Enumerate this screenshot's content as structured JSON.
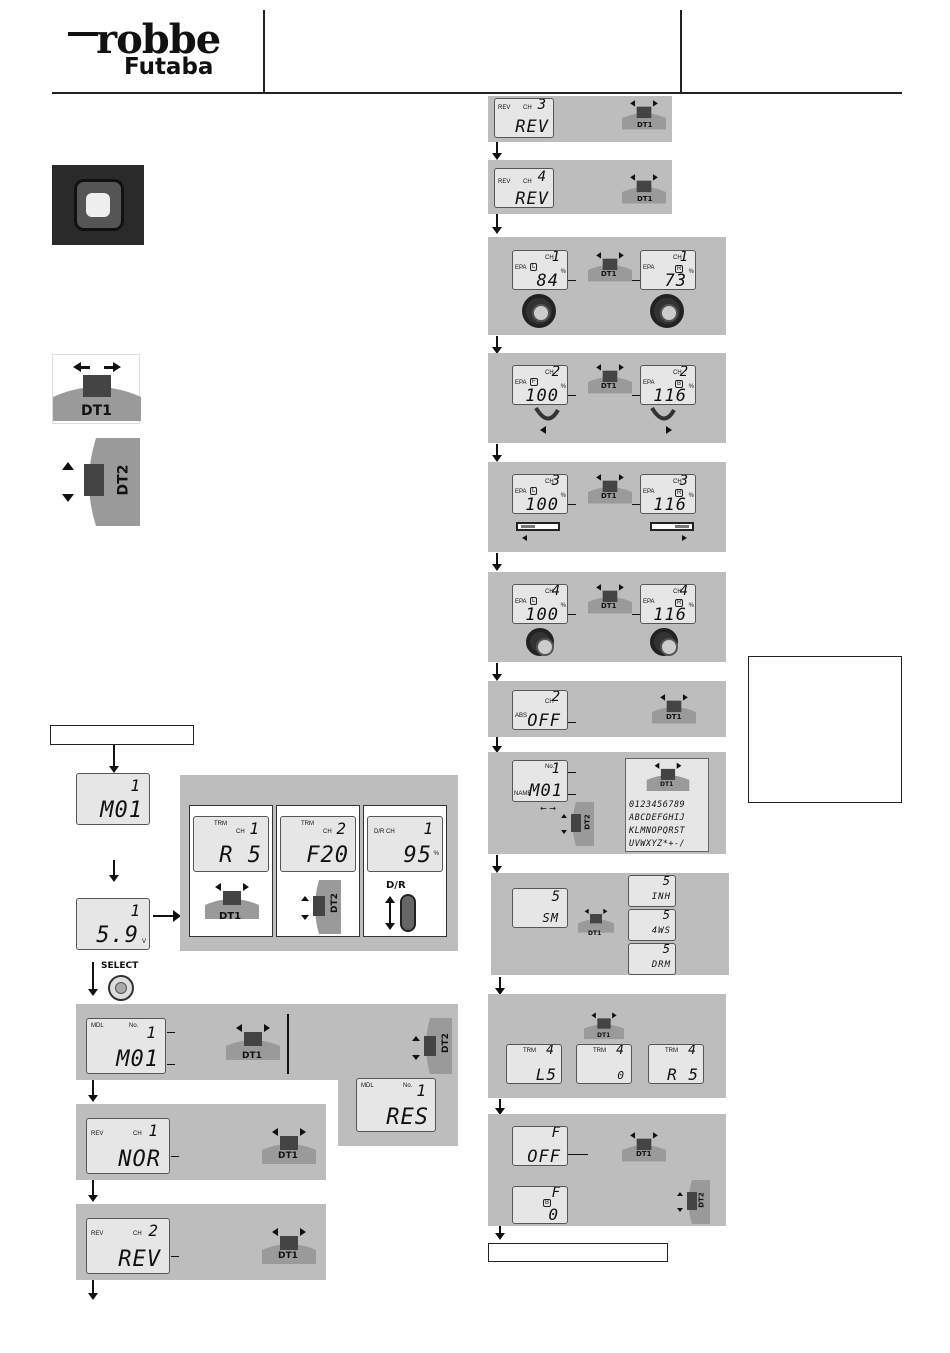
{
  "header": {
    "brand_top": "robbe",
    "brand_bottom": "Futaba"
  },
  "controls": {
    "dt1": "DT1",
    "dt2": "DT2",
    "dr": "D/R",
    "select": "SELECT"
  },
  "left_flow": {
    "start_screen": {
      "top": "1",
      "bottom": "M01"
    },
    "volt_screen": {
      "top": "1",
      "bottom": "5.9",
      "unit": "V"
    },
    "trim_screens": [
      {
        "label": "TRM",
        "ch": "CH",
        "ch_num": "1",
        "value": "R 5"
      },
      {
        "label": "TRM",
        "ch": "CH",
        "ch_num": "2",
        "value": "F20"
      },
      {
        "label": "D/R CH",
        "ch": "",
        "ch_num": "1",
        "pct": "%",
        "value": "95"
      }
    ],
    "mdl_screen": {
      "label": "MDL",
      "no": "No.",
      "num": "1",
      "value": "M01"
    },
    "mdl_reset": {
      "label": "MDL",
      "no": "No.",
      "num": "1",
      "value": "RES"
    },
    "rev_screens": [
      {
        "label": "REV",
        "ch": "CH",
        "num": "1",
        "value": "NOR"
      },
      {
        "label": "REV",
        "ch": "CH",
        "num": "2",
        "value": "REV"
      }
    ]
  },
  "right_flow": {
    "rev_screens": [
      {
        "label": "REV",
        "ch": "CH",
        "num": "3",
        "value": "REV"
      },
      {
        "label": "REV",
        "ch": "CH",
        "num": "4",
        "value": "REV"
      }
    ],
    "epa_screens": [
      {
        "ch": "CH",
        "num": "1",
        "left_dir": "L",
        "left_val": "84",
        "right_dir": "R",
        "right_val": "73"
      },
      {
        "ch": "CH",
        "num": "2",
        "left_dir": "F",
        "left_val": "100",
        "right_dir": "B",
        "right_val": "116"
      },
      {
        "ch": "CH",
        "num": "3",
        "left_dir": "L",
        "left_val": "100",
        "right_dir": "R",
        "right_val": "116"
      },
      {
        "ch": "CH",
        "num": "4",
        "left_dir": "L",
        "left_val": "100",
        "right_dir": "R",
        "right_val": "116"
      }
    ],
    "epa_label": "EPA",
    "pct": "%",
    "abs_screen": {
      "label": "ABS",
      "ch": "CH",
      "num": "2",
      "value": "OFF"
    },
    "name_screen": {
      "no": "No.",
      "num": "1",
      "label": "NAME",
      "value": "M01"
    },
    "charset": [
      "0123456789",
      "ABCDEFGHIJ",
      "KLMNOPQRST",
      "UVWXYZ*+-/"
    ],
    "sm_screens": {
      "main": {
        "num": "5",
        "value": "SM"
      },
      "options": [
        {
          "num": "5",
          "value": "INH"
        },
        {
          "num": "5",
          "value": "4WS"
        },
        {
          "num": "5",
          "value": "DRM"
        }
      ]
    },
    "trm4_screens": [
      {
        "label": "TRM",
        "num": "4",
        "value": "L5"
      },
      {
        "label": "TRM",
        "num": "4",
        "value": "0"
      },
      {
        "label": "TRM",
        "num": "4",
        "value": "R 5"
      }
    ],
    "f_screens": [
      {
        "num": "F",
        "value": "OFF"
      },
      {
        "num": "F",
        "tag": "B",
        "value": "0"
      }
    ]
  }
}
